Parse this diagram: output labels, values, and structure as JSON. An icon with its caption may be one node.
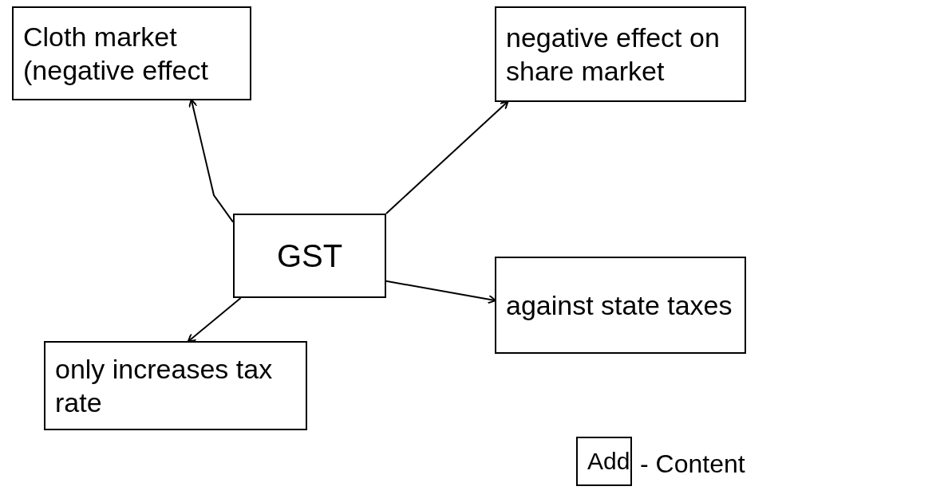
{
  "diagram": {
    "nodes": [
      {
        "text": [
          "Cloth market (negative effect"
        ]
      },
      {
        "text": [
          "negative effect on share market"
        ]
      },
      {
        "text": [
          "GST"
        ]
      },
      {
        "text": [
          "against state taxes"
        ]
      },
      {
        "text": [
          "only increases tax rate"
        ]
      },
      {
        "text": [
          "Add"
        ],
        "beside": [
          "- Content"
        ]
      }
    ],
    "edges": [
      {
        "from": 2,
        "to": 0,
        "arrow": "to"
      },
      {
        "from": 2,
        "to": 1,
        "arrow": "to"
      },
      {
        "from": 2,
        "to": 3,
        "arrow": "to"
      },
      {
        "from": 2,
        "to": 4,
        "arrow": "to"
      }
    ]
  }
}
